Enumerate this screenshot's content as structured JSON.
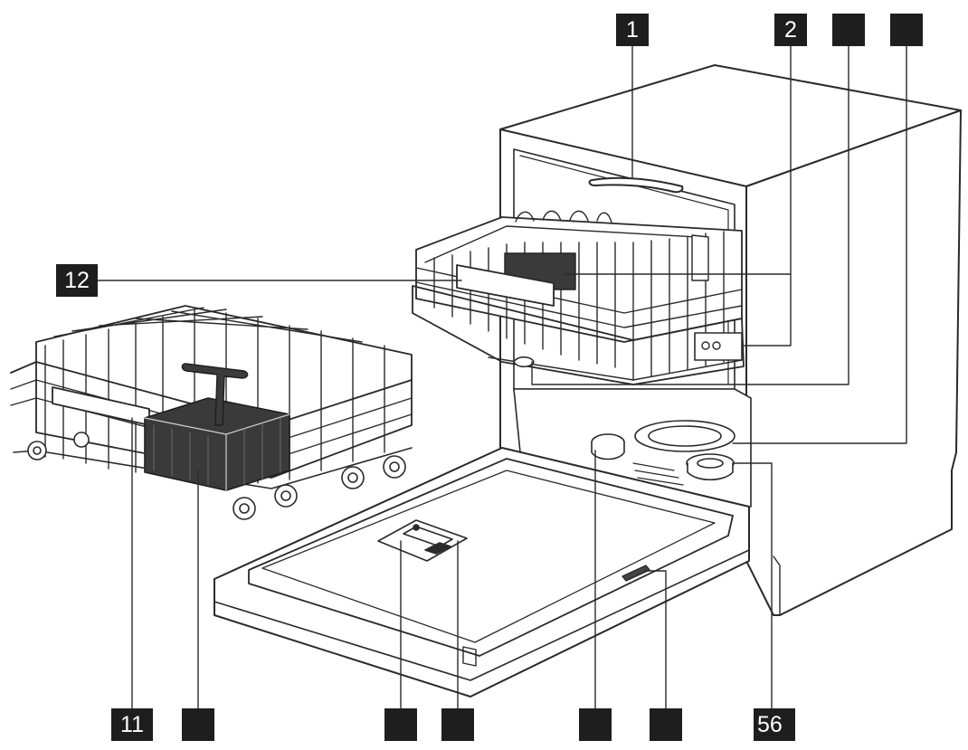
{
  "diagram": {
    "callouts": [
      {
        "id": "top-1",
        "label": "1"
      },
      {
        "id": "top-2",
        "label": "2"
      },
      {
        "id": "top-3",
        "label": ""
      },
      {
        "id": "top-4",
        "label": ""
      },
      {
        "id": "left-12",
        "label": "12"
      },
      {
        "id": "bottom-11",
        "label": "11"
      },
      {
        "id": "bottom-10",
        "label": ""
      },
      {
        "id": "bottom-9",
        "label": ""
      },
      {
        "id": "bottom-8",
        "label": ""
      },
      {
        "id": "bottom-7",
        "label": ""
      },
      {
        "id": "bottom-6",
        "label": ""
      },
      {
        "id": "bottom-56",
        "label": "56"
      }
    ]
  }
}
